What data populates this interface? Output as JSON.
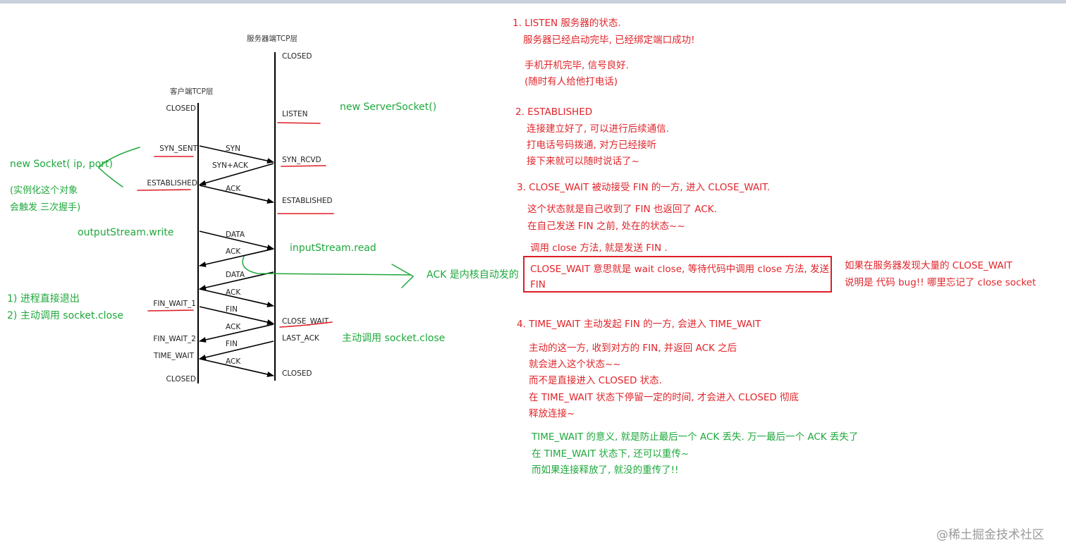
{
  "diagram": {
    "server_title": "服务器端TCP层",
    "client_title": "客户端TCP层",
    "server_states": [
      "CLOSED",
      "LISTEN",
      "SYN_RCVD",
      "ESTABLISHED",
      "CLOSE_WAIT",
      "LAST_ACK",
      "CLOSED"
    ],
    "client_states": [
      "CLOSED",
      "SYN_SENT",
      "ESTABLISHED",
      "FIN_WAIT_1",
      "FIN_WAIT_2",
      "TIME_WAIT",
      "CLOSED"
    ],
    "messages": [
      "SYN",
      "SYN+ACK",
      "ACK",
      "DATA",
      "ACK",
      "DATA",
      "ACK",
      "FIN",
      "ACK",
      "FIN",
      "ACK"
    ],
    "colors": {
      "annotation_green": "#1fa83c",
      "note_red": "#e0242a",
      "underline_red": "#dd1f26"
    }
  },
  "green_notes": {
    "new_server_socket": "new ServerSocket()",
    "new_socket": "new Socket( ip, port)",
    "instantiate_line1": "(实例化这个对象",
    "instantiate_line2": "会触发 三次握手)",
    "output_write": "outputStream.write",
    "input_read": "inputStream.read",
    "ack_auto": "ACK 是内核自动发的",
    "exit_line1": "1) 进程直接退出",
    "exit_line2": "2) 主动调用 socket.close",
    "server_close": "主动调用 socket.close"
  },
  "notes": {
    "listen_title": "1. LISTEN 服务器的状态.",
    "listen_line1": "服务器已经启动完毕, 已经绑定端口成功!",
    "listen_line2": "手机开机完毕, 信号良好.",
    "listen_line3": "(随时有人给他打电话)",
    "est_title": "2. ESTABLISHED",
    "est_line1": "连接建立好了, 可以进行后续通信.",
    "est_line2": "打电话号码拨通, 对方已经接听",
    "est_line3": "接下来就可以随时说话了~",
    "cw_title": "3. CLOSE_WAIT    被动接受 FIN 的一方, 进入 CLOSE_WAIT.",
    "cw_line1": "这个状态就是自己收到了 FIN 也返回了 ACK.",
    "cw_line2": "在自己发送 FIN 之前, 处在的状态~~",
    "cw_line3": "调用 close 方法, 就是发送 FIN .",
    "cw_box": "CLOSE_WAIT 意思就是 wait close, 等待代码中调用 close 方法, 发送 FIN",
    "cw_side1": "如果在服务器发现大量的 CLOSE_WAIT",
    "cw_side2": "说明是 代码 bug!! 哪里忘记了 close socket",
    "tw_title": "4. TIME_WAIT    主动发起 FIN 的一方, 会进入 TIME_WAIT",
    "tw_line1": "主动的这一方, 收到对方的 FIN, 并返回 ACK 之后",
    "tw_line2": "就会进入这个状态~~",
    "tw_line3": "而不是直接进入 CLOSED 状态.",
    "tw_line4": "在 TIME_WAIT 状态下停留一定的时间, 才会进入 CLOSED 彻底",
    "tw_line5": "释放连接~",
    "tw_g1": "TIME_WAIT 的意义, 就是防止最后一个 ACK 丢失. 万一最后一个 ACK 丢失了",
    "tw_g2": "在 TIME_WAIT 状态下, 还可以重传~",
    "tw_g3": "而如果连接释放了, 就没的重传了!!"
  },
  "watermark": "@稀土掘金技术社区"
}
